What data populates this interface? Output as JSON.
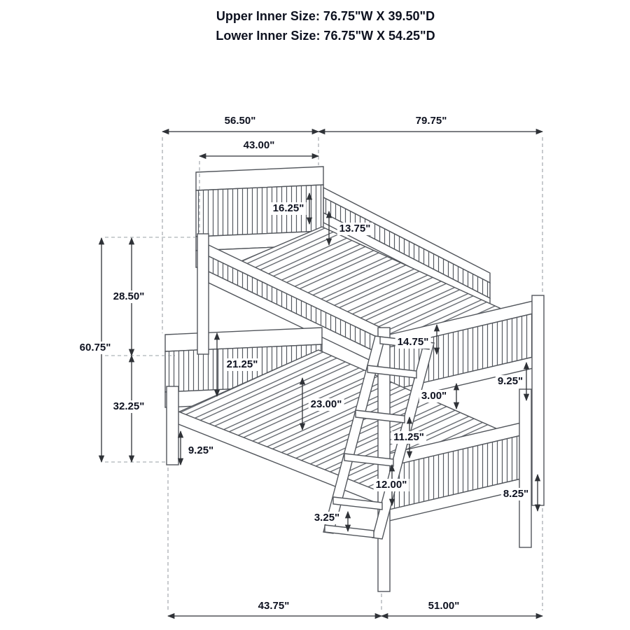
{
  "title": {
    "line1": "Upper Inner Size: 76.75\"W X 39.50\"D",
    "line2": "Lower Inner Size: 76.75\"W X 54.25\"D"
  },
  "dimensions": {
    "overall_depth": "56.50\"",
    "overall_length": "79.75\"",
    "upper_headboard_width": "43.00\"",
    "headboard_rail_offset": "16.25\"",
    "back_rail_gap": "13.75\"",
    "upper_section_height": "28.50\"",
    "overall_height": "60.75\"",
    "lower_section_height": "32.25\"",
    "lower_headboard_panel": "21.25\"",
    "foot_rail_height": "14.75\"",
    "bunk_clearance": "23.00\"",
    "rail_thickness": "3.00\"",
    "upper_foot_slat_height": "9.25\"",
    "ladder_rung_gap_upper": "11.25\"",
    "lower_leg_height": "9.25\"",
    "ladder_rung_gap_lower": "12.00\"",
    "lower_foot_slat_height": "8.25\"",
    "ladder_rail_width": "3.25\"",
    "floor_span_left": "43.75\"",
    "floor_span_right": "51.00\""
  }
}
